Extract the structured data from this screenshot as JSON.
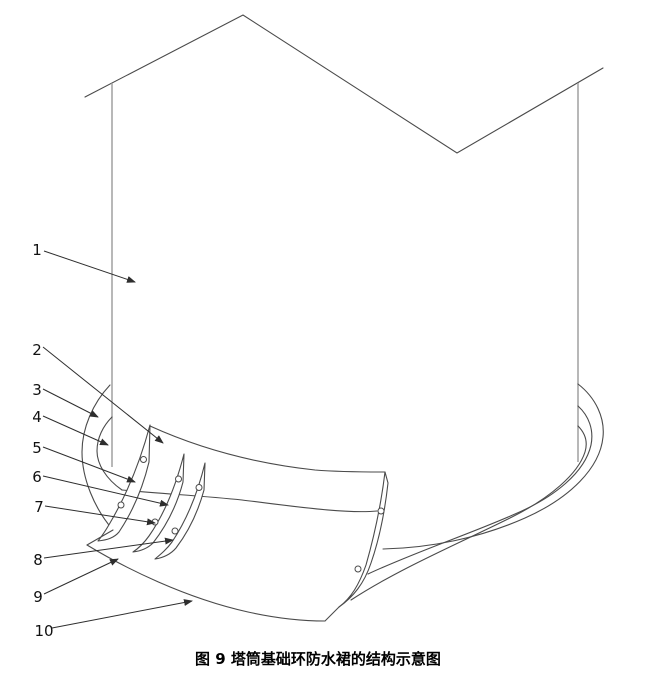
{
  "figure": {
    "caption": "图 9 塔筒基础环防水裙的结构示意图"
  },
  "part_labels": [
    "1",
    "2",
    "3",
    "4",
    "5",
    "6",
    "7",
    "8",
    "9",
    "10"
  ],
  "colors": {
    "background": "#ffffff",
    "outline": "#4a4a4a",
    "tower_edge": "#9a9a9a",
    "leader": "#2e2e2e",
    "label_text": "#111111",
    "caption_text": "#000000"
  }
}
